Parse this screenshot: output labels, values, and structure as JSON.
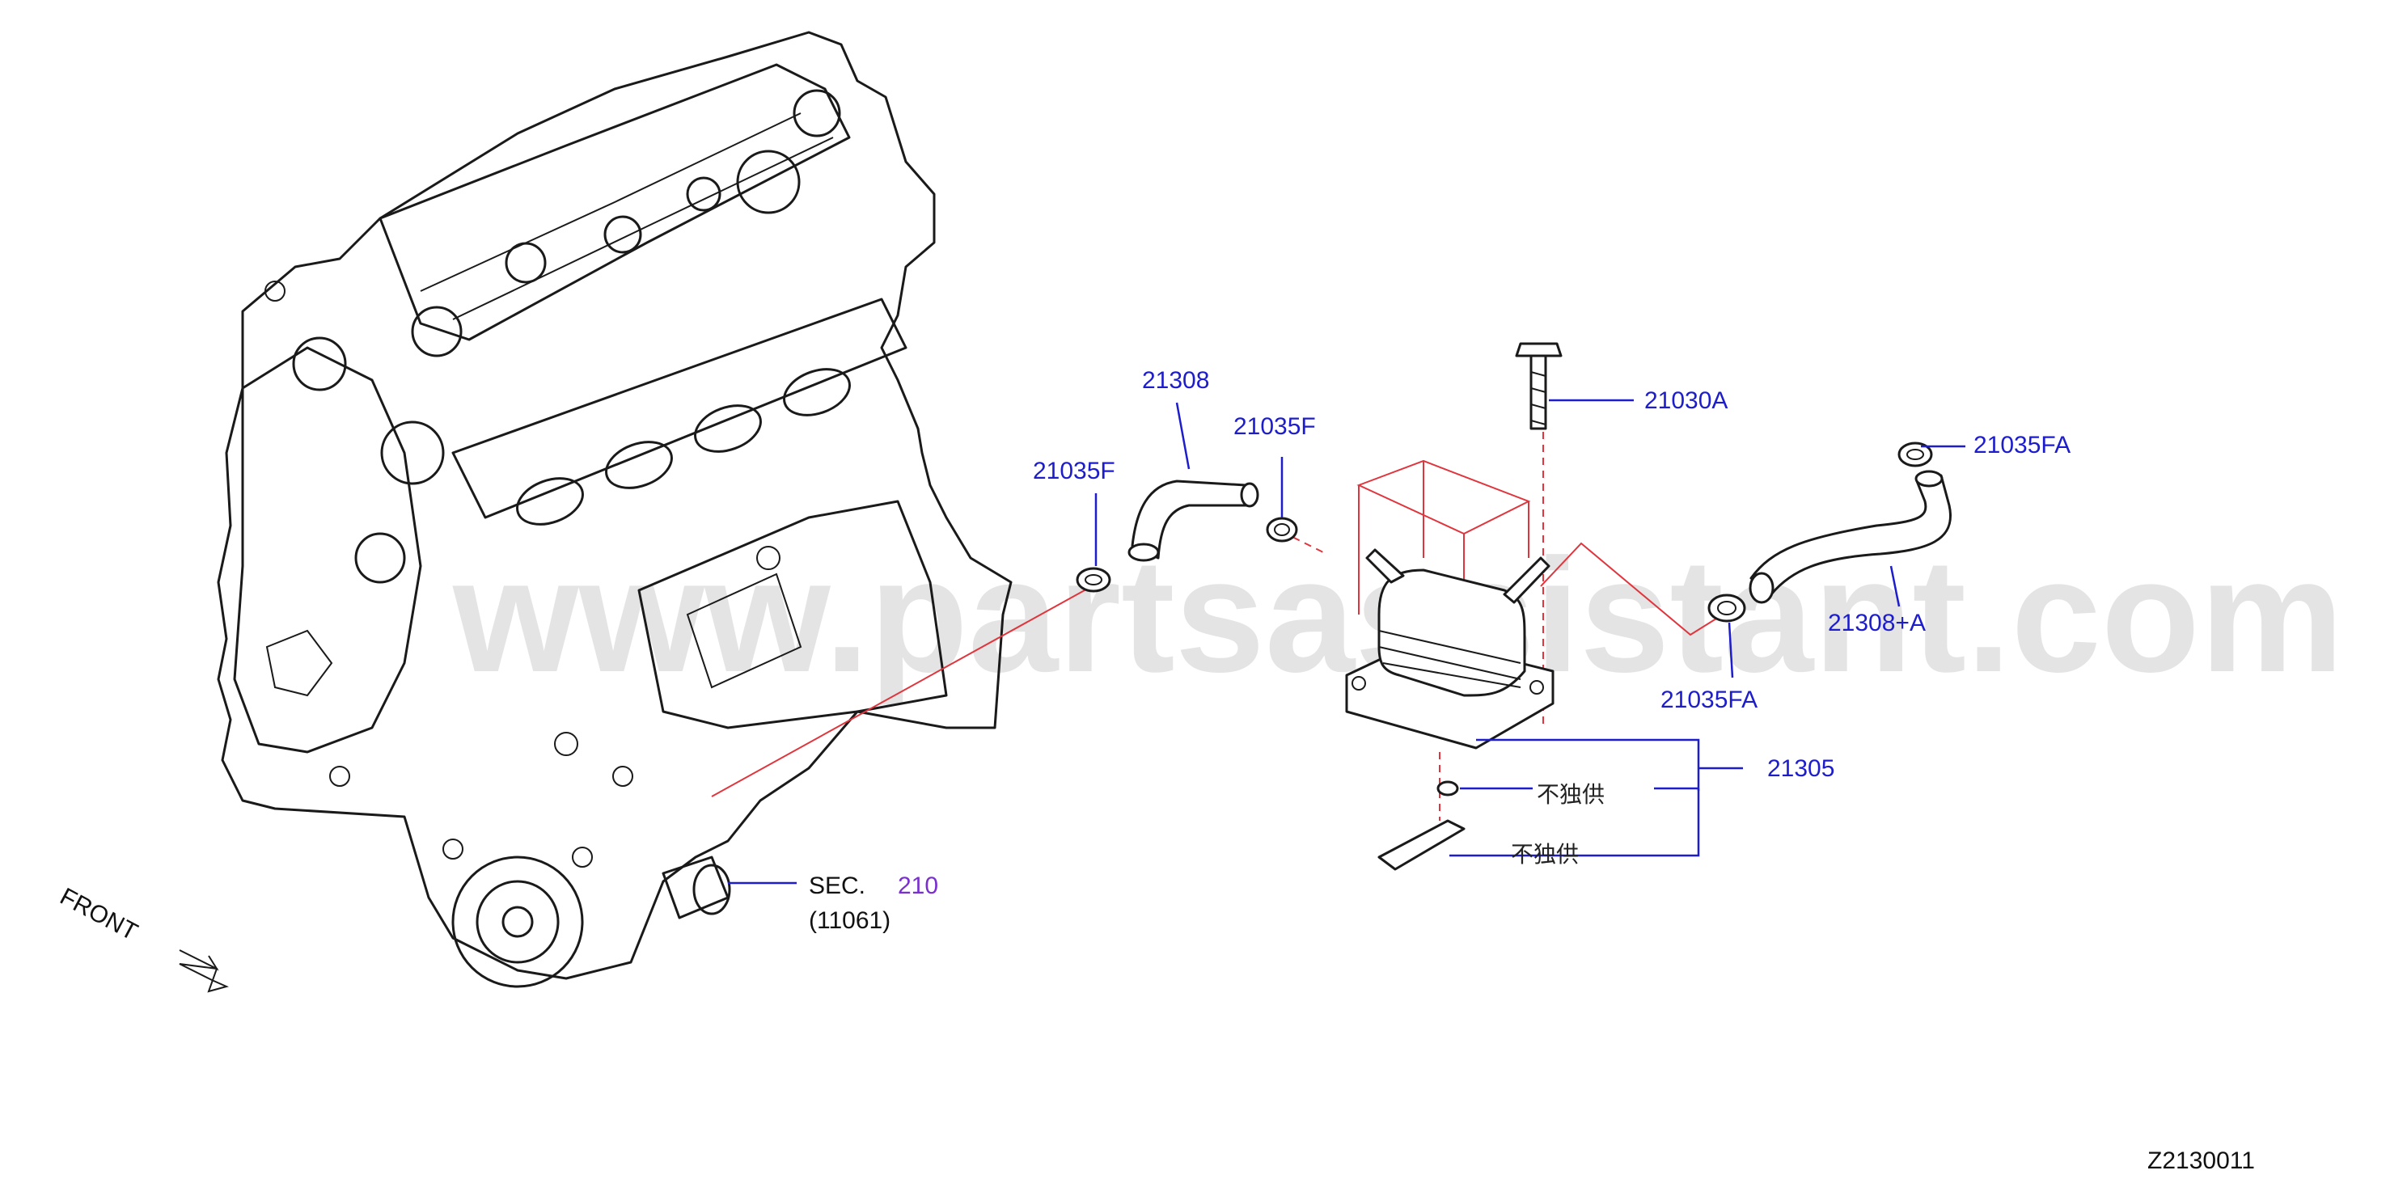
{
  "watermark": "www.partsassistant.com",
  "diagram_id": "Z2130011",
  "front_label": "FRONT",
  "callouts": {
    "p21308": "21308",
    "p21035f_left": "21035F",
    "p21035f_mid": "21035F",
    "p21030a": "21030A",
    "p21035fa_top": "21035FA",
    "p21308a": "21308+A",
    "p21035fa_bottom": "21035FA",
    "p21305": "21305",
    "not_sold_1": "不独供",
    "not_sold_2": "不独供"
  },
  "section_ref": {
    "prefix": "SEC.",
    "number": "210",
    "part_code": "(11061)"
  },
  "colors": {
    "callout_text": "#1d1dcc",
    "section_number": "#7a2fd0",
    "guide_line": "#e0353d",
    "line_art": "#1a1a1a"
  }
}
